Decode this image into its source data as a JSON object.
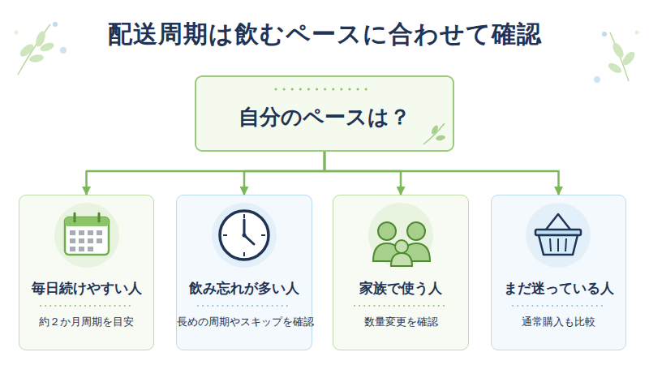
{
  "diagram": {
    "title": "配送周期は飲むペースに合わせて確認",
    "nodes": [
      {
        "text": [
          "自分のペースは？"
        ]
      },
      {
        "text": [
          "毎日続けやすい人",
          "約２か月周期を目安"
        ]
      },
      {
        "text": [
          "飲み忘れが多い人",
          "長めの周期やスキップを確認"
        ]
      },
      {
        "text": [
          "家族で使う人",
          "数量変更を確認"
        ]
      },
      {
        "text": [
          "まだ迷っている人",
          "通常購入も比較"
        ]
      }
    ],
    "edges": [
      {
        "from": 0,
        "to": 1,
        "arrow": "to"
      },
      {
        "from": 0,
        "to": 2,
        "arrow": "to"
      },
      {
        "from": 0,
        "to": 3,
        "arrow": "to"
      },
      {
        "from": 0,
        "to": 4,
        "arrow": "to"
      }
    ]
  }
}
